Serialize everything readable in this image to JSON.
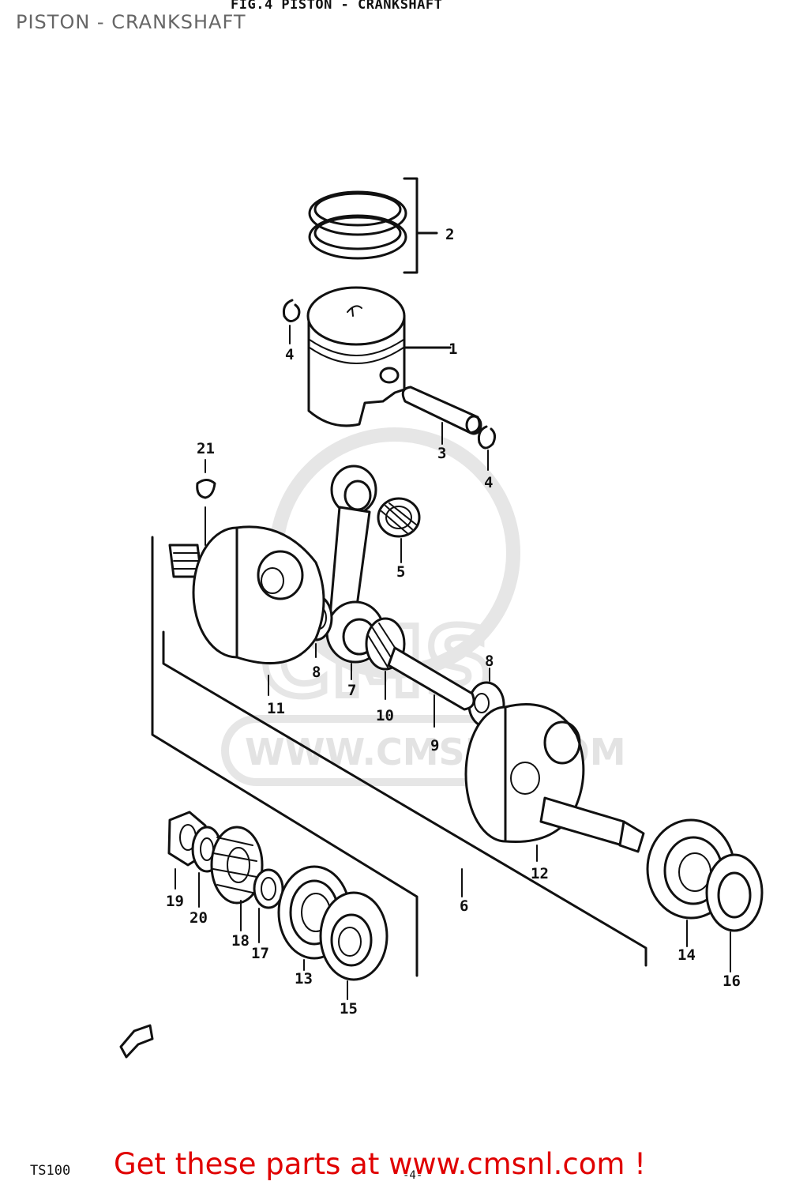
{
  "page": {
    "title": "PISTON - CRANKSHAFT",
    "figure_caption": "FIG.4   PISTON - CRANKSHAFT",
    "model_code": "TS100",
    "page_number": "-4-",
    "call_to_action": "Get these parts at www.cmsnl.com !"
  },
  "watermark": {
    "site": "WWW.CMSNL.COM",
    "brand": "CMS"
  },
  "callouts": {
    "c1": "1",
    "c2": "2",
    "c3": "3",
    "c4a": "4",
    "c4b": "4",
    "c5": "5",
    "c6": "6",
    "c7": "7",
    "c8a": "8",
    "c8b": "8",
    "c9": "9",
    "c10": "10",
    "c11": "11",
    "c12": "12",
    "c13": "13",
    "c14": "14",
    "c15": "15",
    "c16": "16",
    "c17": "17",
    "c18": "18",
    "c19": "19",
    "c20": "20",
    "c21": "21"
  },
  "colors": {
    "cta": "#e00000",
    "title": "#666666",
    "line_art": "#111111"
  }
}
